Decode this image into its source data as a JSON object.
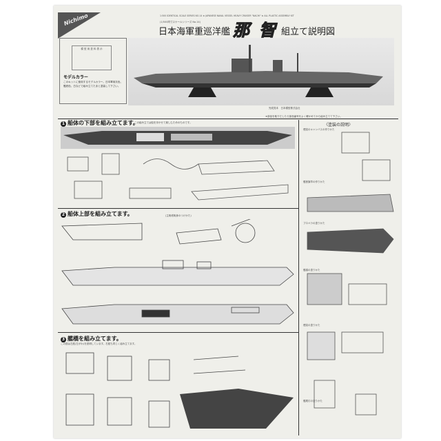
{
  "header": {
    "brand": "Nichimo",
    "series_en": "1:500 IDENTICAL SCALE SERIES NO.14 ★ JAPANESE NAVAL VESSEL HEAVY CRUISER \"NACHI\" ★ ALL PLASTIC ASSEMBLY KIT",
    "series_jp": "(1/500同寸スケールシリーズ No.14)",
    "title_prefix": "日本海軍重巡洋艦",
    "ship_name_1": "那",
    "ship_name_2": "智",
    "title_suffix": "組立て説明図"
  },
  "intro": {
    "box_title": "模 型 用 塗 料 表 示",
    "paint_brand": "モデルカラー",
    "text": "このキットに使用するモデルカラー。日本軍用灰色、艦底色、白などで組み立てたあと塗装して下さい。"
  },
  "photo_caption": "完成見本　日本模型株式会社",
  "notice": "★部品を取りだしたら部品番号をよく確かめてから組み立てて下さい。",
  "sections": [
    {
      "number": "1",
      "title": "船体の下部を組み立てます。",
      "note": "この組み立ては船を浮かせて楽しむためのものです。"
    },
    {
      "number": "2",
      "title": "船体上部を組み立てます。",
      "note": "(主砲塔砲身のつけかた)"
    },
    {
      "number": "3",
      "title": "艦橋を組み立てます。",
      "note": "この図は左舷(左がわ)を説明しています。右舷も同じく組み立てます。"
    }
  ],
  "painting": {
    "title": "〈塗装の説明〉",
    "items": [
      "煙突のキャンバスの作りかた",
      "艦首旗竿の作りかた",
      "プロペラの塗りかた",
      "艦橋の塗りかた",
      "煙突の塗りかた",
      "艦尾灯の塗りかた"
    ]
  }
}
